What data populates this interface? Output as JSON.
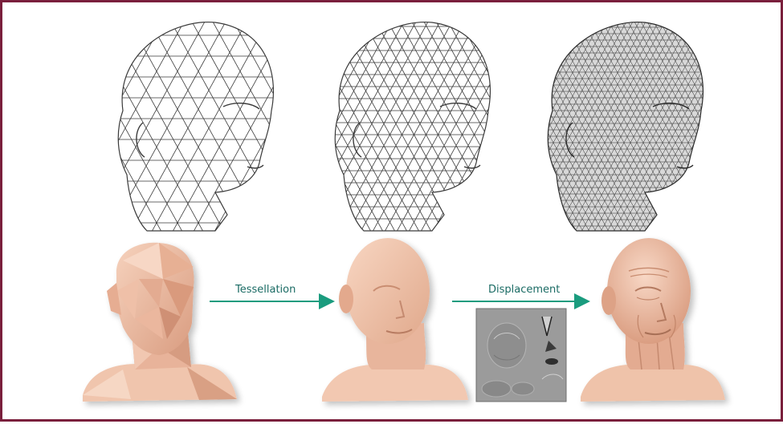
{
  "frame": {
    "border_color": "#7a1f3c",
    "background": "#ffffff"
  },
  "wireframes": [
    {
      "name": "low-poly",
      "line_color": "#3a3a3a",
      "density": "low"
    },
    {
      "name": "medium-poly",
      "line_color": "#3a3a3a",
      "density": "medium"
    },
    {
      "name": "high-poly",
      "line_color": "#2a2a2a",
      "density": "high"
    }
  ],
  "shaded_heads": [
    {
      "name": "faceted",
      "skin_color": "#e9b49a"
    },
    {
      "name": "smooth",
      "skin_color": "#f0c1a6"
    },
    {
      "name": "detailed",
      "skin_color": "#edbda2"
    }
  ],
  "arrows": {
    "tessellation": "Tessellation",
    "displacement": "Displacement",
    "color": "#1a9c7e"
  },
  "displacement_map": {
    "background": "#9b9b9b"
  }
}
